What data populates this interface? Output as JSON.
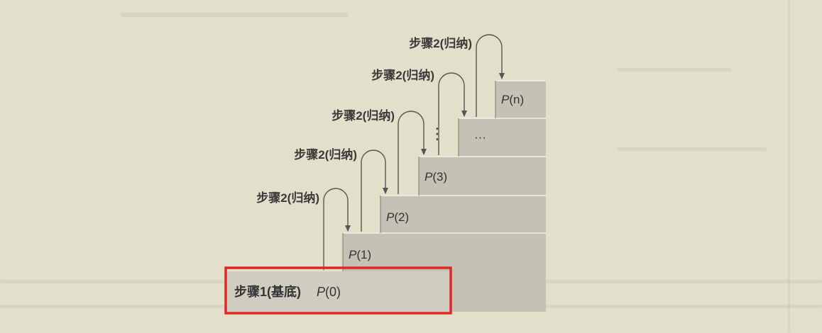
{
  "diagram": {
    "base_label": "步骤1(基底)",
    "base_p_symbol": "P",
    "base_p_arg": "(0)",
    "step_labels": [
      "步骤2(归纳)",
      "步骤2(归纳)",
      "步骤2(归纳)",
      "步骤2(归纳)",
      "步骤2(归纳)"
    ],
    "steps": [
      {
        "p": "P",
        "arg": "(1)"
      },
      {
        "p": "P",
        "arg": "(2)"
      },
      {
        "p": "P",
        "arg": "(3)"
      },
      {
        "p": "",
        "arg": "···"
      },
      {
        "p": "P",
        "arg": "(n)"
      }
    ],
    "vdots": "⋮",
    "highlight_color": "#e0262a",
    "step_fill": "#c4c2b4",
    "step_top_fill": "#cfcdbf",
    "line_color": "#555555",
    "background": "#e2dfcb"
  }
}
